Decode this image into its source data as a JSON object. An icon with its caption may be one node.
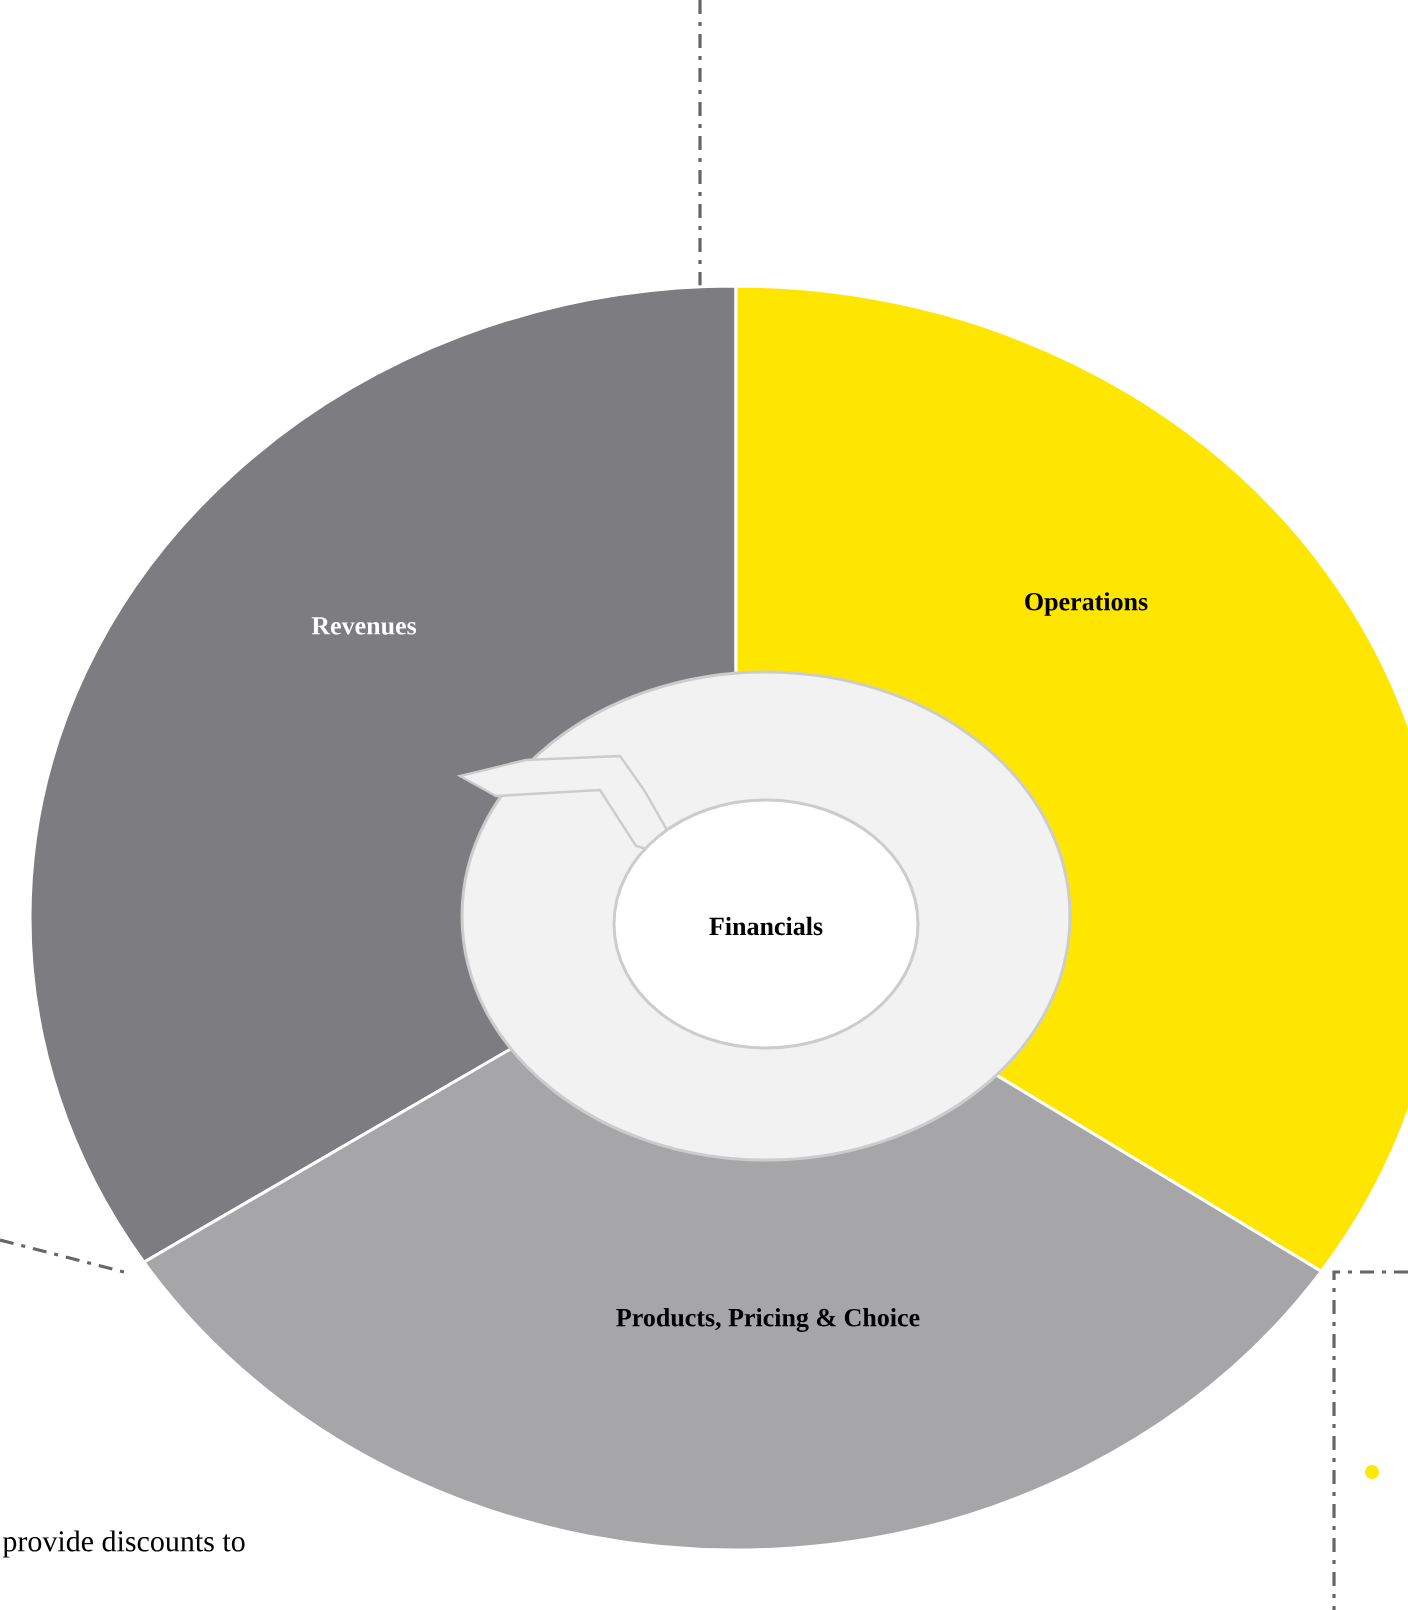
{
  "diagram": {
    "nodes": [
      {
        "text": [
          "Revenues"
        ]
      },
      {
        "text": [
          "Operations"
        ]
      },
      {
        "text": [
          "Financials"
        ]
      },
      {
        "text": [
          "Products, Pricing & Choice"
        ]
      }
    ],
    "labels": [
      "provide discounts to"
    ]
  }
}
